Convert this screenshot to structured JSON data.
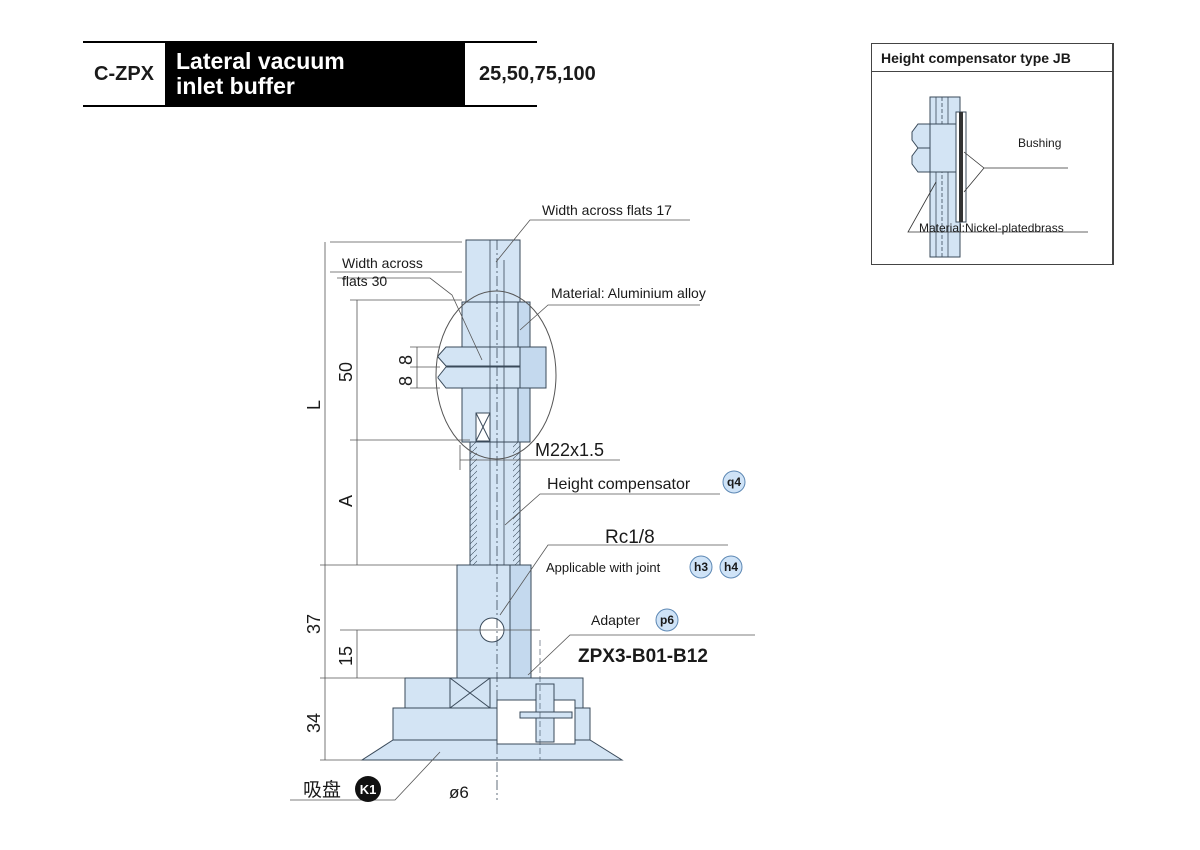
{
  "header": {
    "code": "C-ZPX",
    "title_line1": "Lateral vacuum",
    "title_line2": "inlet buffer",
    "sizes": "25,50,75,100"
  },
  "inset": {
    "title": "Height compensator type JB",
    "bushing_label": "Bushing",
    "material_label": "Material:Nickel-platedbrass"
  },
  "labels": {
    "width_flats_17": "Width across flats 17",
    "width_flats_30_line1": "Width across",
    "width_flats_30_line2": "flats 30",
    "material_al": "Material: Aluminium alloy",
    "thread": "M22x1.5",
    "height_comp": "Height compensator",
    "rc": "Rc1/8",
    "joint": "Applicable with joint",
    "adapter": "Adapter",
    "model": "ZPX3-B01-B12",
    "suction_cup": "吸盘",
    "diameter": "ø6"
  },
  "badges": {
    "q4": "q4",
    "h3": "h3",
    "h4": "h4",
    "p6": "p6",
    "k1": "K1"
  },
  "dimensions": {
    "L": "L",
    "A": "A",
    "d50": "50",
    "d8a": "8",
    "d8b": "8",
    "d37": "37",
    "d15": "15",
    "d34": "34"
  },
  "colors": {
    "part_fill": "#d3e4f4",
    "part_stroke": "#3a4a5a",
    "badge_fill": "#cfe3f7",
    "header_bg": "#000000"
  }
}
